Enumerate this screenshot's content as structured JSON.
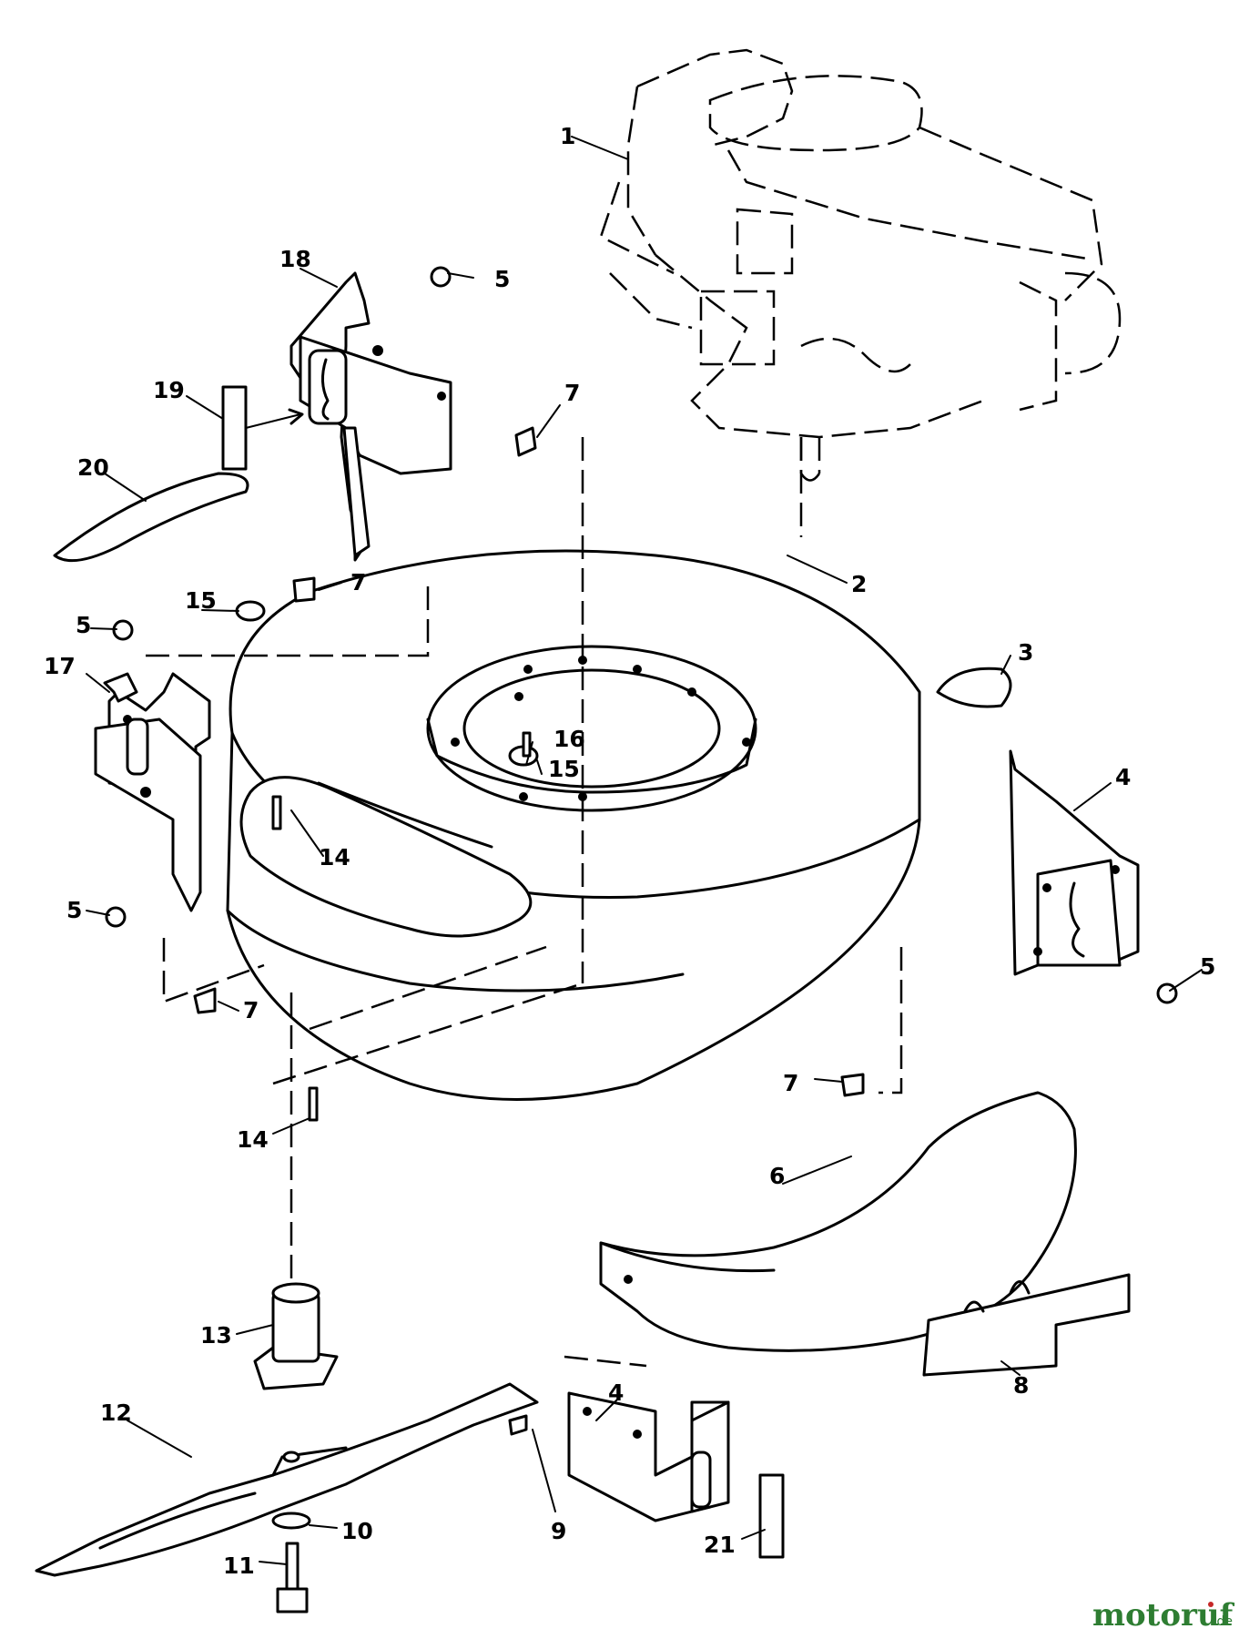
{
  "labels": {
    "l1": "1",
    "l2": "2",
    "l3": "3",
    "l4a": "4",
    "l4b": "4",
    "l5a": "5",
    "l5b": "5",
    "l5c": "5",
    "l5d": "5",
    "l6": "6",
    "l7a": "7",
    "l7b": "7",
    "l7c": "7",
    "l7d": "7",
    "l8": "8",
    "l9": "9",
    "l10": "10",
    "l11": "11",
    "l12": "12",
    "l13": "13",
    "l14a": "14",
    "l14b": "14",
    "l15a": "15",
    "l15b": "15",
    "l16": "16",
    "l17": "17",
    "l18": "18",
    "l19": "19",
    "l20": "20",
    "l21": "21"
  },
  "watermark": {
    "brand": "motoruf",
    "suffix": ".de"
  },
  "colors": {
    "line": "#000000",
    "background": "#ffffff",
    "watermark_brand": "#2e7d32",
    "watermark_dot": "#c62828"
  }
}
